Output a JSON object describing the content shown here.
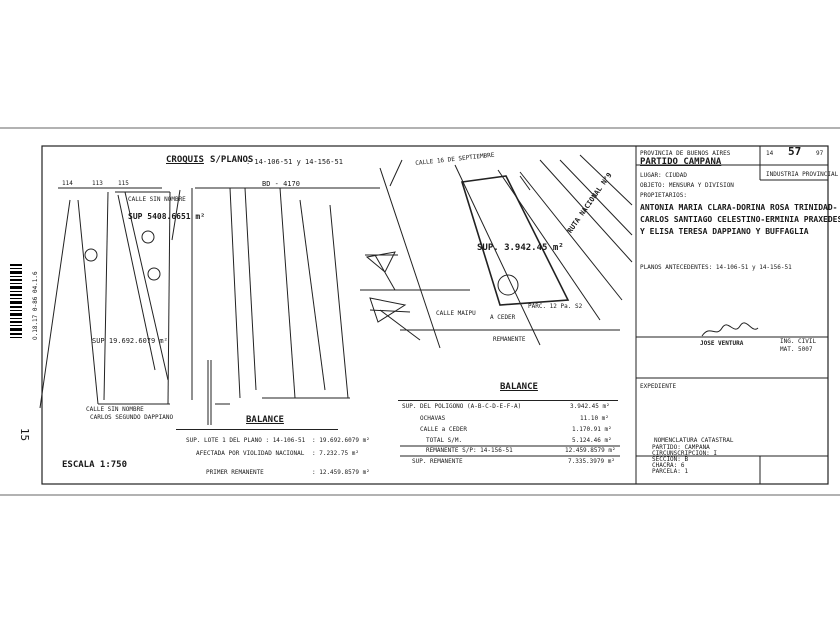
{
  "croquis": {
    "label": "CROQUIS",
    "planos": "S/PLANOS",
    "refs": ": 14-106-51 y 14-156-51"
  },
  "title_block": {
    "provincia": "PROVINCIA DE BUENOS AIRES",
    "partido": "PARTIDO CAMPANA",
    "lugar": "LUGAR: CIUDAD",
    "objeto": "OBJETO: MENSURA Y DIVISION",
    "propietarios_label": "PROPIETARIOS:",
    "owner_1": "ANTONIA MARIA CLARA-DORINA ROSA TRINIDAD-",
    "owner_2": "CARLOS SANTIAGO CELESTINO-ERMINIA PRAXEDES",
    "owner_3": "Y ELISA TERESA DAPPIANO Y BUFFAGLIA",
    "antecedentes": "PLANOS ANTECEDENTES: 14-106-51 y 14-156-51",
    "profesional": "JOSE VENTURA",
    "profesional_title": "ING. CIVIL",
    "matricula": "MAT. 5007",
    "nomenclatura_title": "NOMENCLATURA CATASTRAL",
    "nomenclatura_lines": [
      "PARTIDO: CAMPANA",
      "CIRCUNSCRIPCION: I",
      "SECCION: B",
      "CHACRA: 6",
      "PARCELA: 1"
    ],
    "number": "14",
    "number_big": "57",
    "year": "97",
    "stamp_text": "INDUSTRIA PROVINCIAL",
    "expediente": "EXPEDIENTE"
  },
  "left_balance": {
    "title": "BALANCE",
    "rows": [
      {
        "label": "SUP. LOTE 1 DEL PLANO : 14-106-51",
        "value": ": 19.692.6079 m²"
      },
      {
        "label": "AFECTADA POR VIOLIDAD NACIONAL",
        "value": ": 7.232.75 m²"
      },
      {
        "label": "PRIMER REMANENTE",
        "value": ": 12.459.8579 m²"
      }
    ]
  },
  "right_balance": {
    "title": "BALANCE",
    "rows": [
      {
        "label": "SUP. DEL POLIGONO (A-B-C-D-E-F-A)",
        "value": "3.942.45 m²"
      },
      {
        "label": "OCHAVAS",
        "value": "11.10 m²"
      },
      {
        "label": "CALLE a CEDER",
        "value": "1.170.91 m²"
      },
      {
        "label": "TOTAL S/M.",
        "value": "5.124.46 m²"
      },
      {
        "label": "REMANENTE S/P: 14-156-51",
        "value": "12.459.8579 m²"
      },
      {
        "label": "SUP. REMANENTE",
        "value": "7.335.3979 m²"
      }
    ]
  },
  "plan": {
    "escala": "ESCALA 1:750",
    "sup_main": "SUP. 3.942.45 m²",
    "sup_left": "SUP 19.692.6079 m²",
    "sup_lot": "SUP 5408.6651 m²",
    "street_sin_nombre": "CALLE SIN NOMBRE",
    "street_segundo": "CARLOS SEGUNDO DAPPIANO",
    "street_16sep": "CALLE 16 DE SEPTIEMBRE",
    "street_maipu": "CALLE MAIPU",
    "ruta": "RUTA NACIONAL N°9",
    "remanente": "REMANENTE",
    "parcela": "PARC. 12 Pa. S2",
    "calle_ceder": "A CEDER",
    "bd": "BD - 4170",
    "num_113": "113",
    "num_114": "114",
    "num_115": "115",
    "page_mark": "15"
  },
  "left_margin": {
    "barcode_text": "O.18.17 0-86 04.1.6"
  }
}
